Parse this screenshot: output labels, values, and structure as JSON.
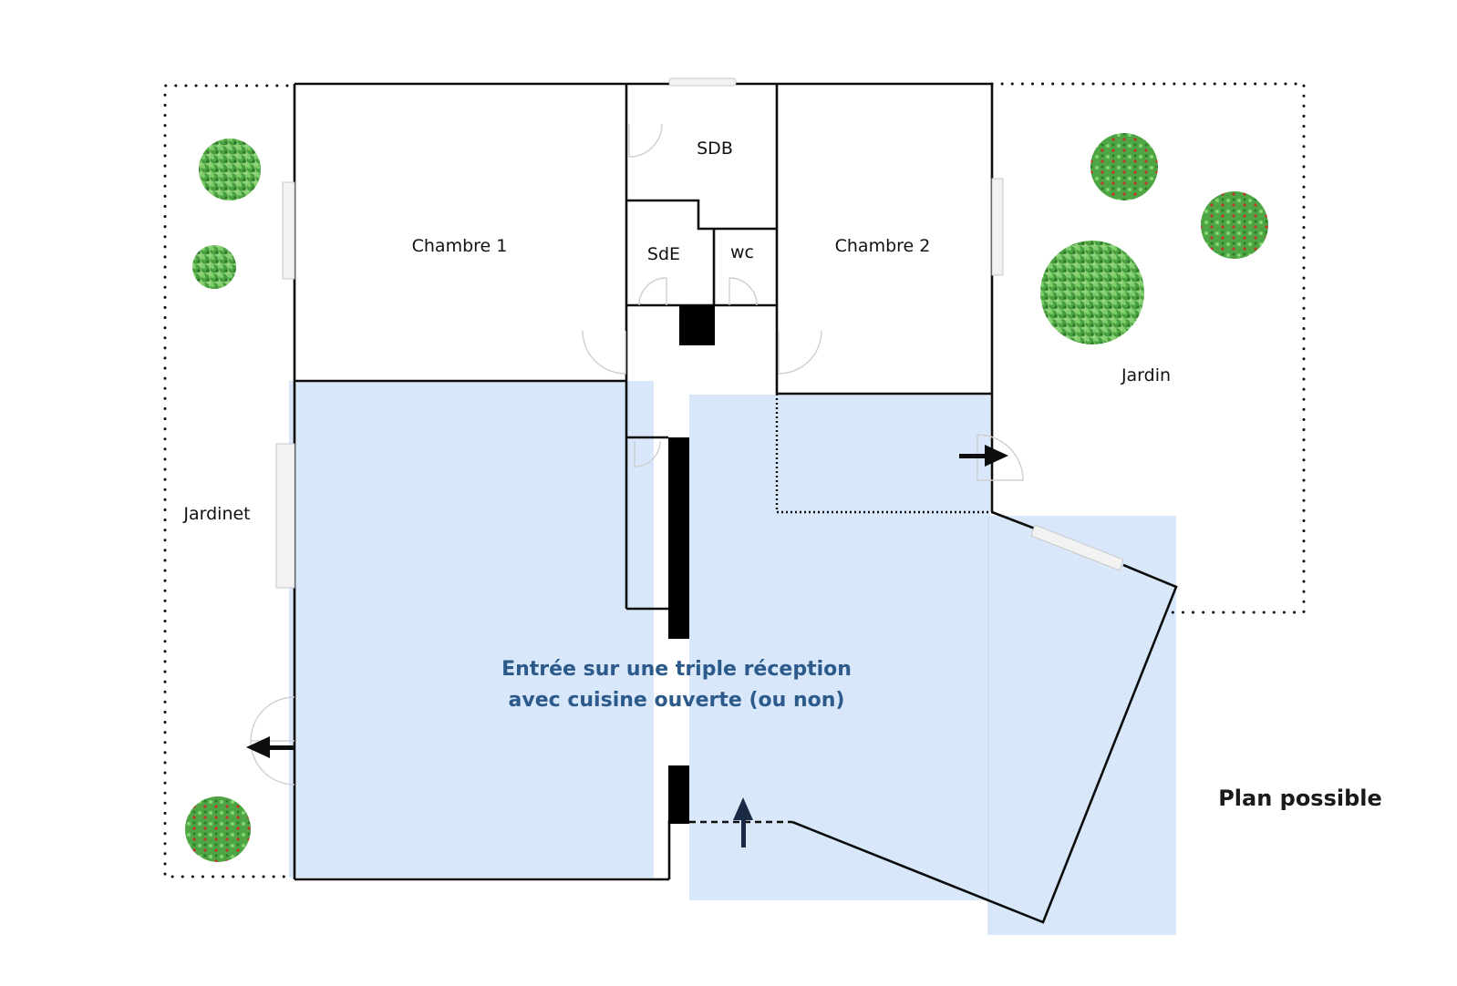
{
  "title": "Plan possible",
  "rooms": {
    "chambre1": "Chambre 1",
    "chambre2": "Chambre 2",
    "sdb": "SDB",
    "sde": "SdE",
    "wc": "wc",
    "jardin": "Jardin",
    "jardinet": "Jardinet"
  },
  "reception": {
    "line1": "Entrée sur une triple réception",
    "line2": "avec cuisine ouverte (ou non)"
  },
  "colors": {
    "highlight": "#d8e8fa",
    "wall": "#0d0d0d",
    "text_accent": "#2c5a8a"
  },
  "icons": [
    "tree-icon",
    "arrow-icon",
    "door-icon",
    "window-icon"
  ]
}
